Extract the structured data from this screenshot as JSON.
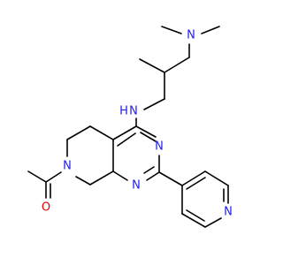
{
  "colors": {
    "background": "#ffffff",
    "bond": "#000000",
    "nitrogen": "#1f1fe6",
    "oxygen": "#e60000"
  },
  "atoms": {
    "n_dimethylamine": {
      "label": "N",
      "element": "N"
    },
    "n_secondary_amine": {
      "label": "N",
      "element": "N"
    },
    "n_pyrimidine_upper": {
      "label": "N",
      "element": "N"
    },
    "n_pyrimidine_lower": {
      "label": "N",
      "element": "N"
    },
    "n_piperidine": {
      "label": "N",
      "element": "N"
    },
    "n_pyridine": {
      "label": "N",
      "element": "N"
    },
    "nh_hydrogen": {
      "label": "H",
      "element": "H"
    },
    "o_carbonyl": {
      "label": "O",
      "element": "O"
    }
  }
}
